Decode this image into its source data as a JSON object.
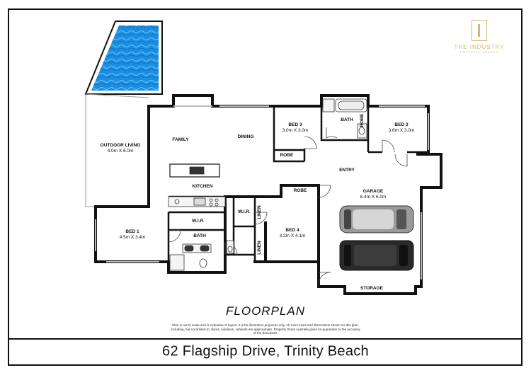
{
  "rooms": {
    "outdoor_living": {
      "name": "OUTDOOR LIVING",
      "dims": "4.0m X 6.0m"
    },
    "family": {
      "name": "FAMILY"
    },
    "dining": {
      "name": "DINING"
    },
    "bed3": {
      "name": "BED 3",
      "dims": "3.0m X 3.0m"
    },
    "bath_upper": {
      "name": "BATH"
    },
    "robe_bed2": {
      "name": "ROBE"
    },
    "bed2": {
      "name": "BED 2",
      "dims": "3.6m X 3.0m"
    },
    "robe_bed3": {
      "name": "ROBE"
    },
    "entry": {
      "name": "ENTRY"
    },
    "kitchen": {
      "name": "KITCHEN"
    },
    "robe_bed4": {
      "name": "ROBE"
    },
    "garage": {
      "name": "GARAGE",
      "dims": "6.4m X 6.0m"
    },
    "wir_bed1": {
      "name": "W.I.R."
    },
    "wir_center": {
      "name": "W.I.R."
    },
    "linen_upper": {
      "name": "LINEN"
    },
    "linen_lower": {
      "name": "LINEN"
    },
    "bed1": {
      "name": "BED 1",
      "dims": "4.5m X 3.4m"
    },
    "bath_lower": {
      "name": "BATH"
    },
    "bed4": {
      "name": "BED 4",
      "dims": "3.2m X 4.1m"
    },
    "storage": {
      "name": "STORAGE"
    }
  },
  "title": "FLOORPLAN",
  "disclaimer": "Plan is not to scale and is indicative of layout. It is for illustrative purposes only. All room sizes and dimensions shown on this plan, including, but not limited to, doors, windows, cabinets are approximate. Property Shots Australia gives no guarantee to the accuracy of the document.",
  "address": "62 Flagship Drive, Trinity Beach",
  "logo": {
    "name": "THE INDUSTRY",
    "tagline": "PROPERTY AGENTS"
  },
  "colors": {
    "pool": "#1a8fe0",
    "walls": "#111111",
    "logo": "#cdb979"
  }
}
